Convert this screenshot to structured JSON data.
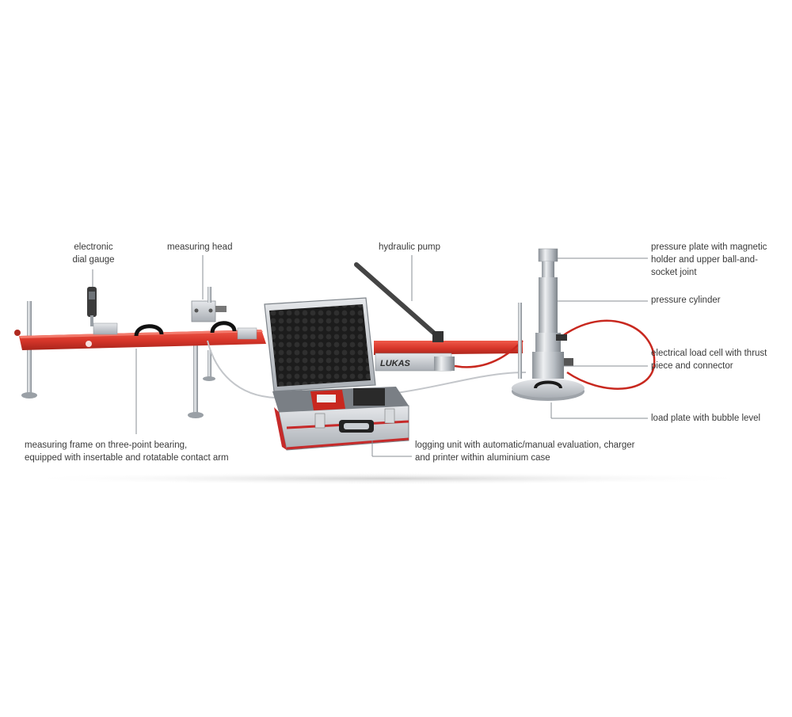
{
  "labels": {
    "dial_gauge": [
      "electronic",
      "dial gauge"
    ],
    "measuring_head": "measuring head",
    "hydraulic_pump": "hydraulic pump",
    "pressure_plate": [
      "pressure plate with magnetic",
      "holder and upper ball-and-",
      "socket joint"
    ],
    "pressure_cylinder": "pressure cylinder",
    "load_cell": [
      "electrical load cell with thrust",
      "piece and connector"
    ],
    "load_plate": "load plate with bubble level",
    "measuring_frame": [
      "measuring frame on three-point bearing,",
      "equipped with insertable and rotatable contact arm"
    ],
    "logging_unit": [
      "logging unit with automatic/manual evaluation, charger",
      "and printer within aluminium case"
    ]
  },
  "equipment": {
    "pump_brand": "LUKAS"
  },
  "colors": {
    "frame_red": "#d9372b",
    "hose_red": "#c8281f",
    "case_red": "#c62a2a",
    "aluminium": "#c9cdd2",
    "leader_line": "#8a8f95",
    "text": "#3a3a3a"
  }
}
